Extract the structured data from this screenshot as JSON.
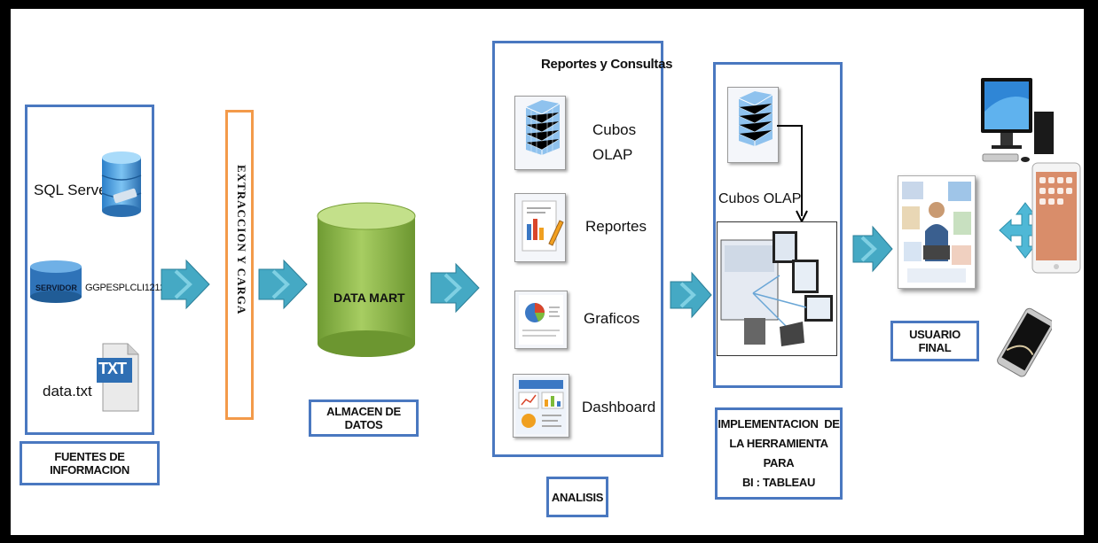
{
  "sources": {
    "sql_server": "SQL Server",
    "servidor_label": "SERVIDOR",
    "server_name": "GGPESPLCLI1212",
    "txt_badge": "TXT",
    "data_file": "data.txt",
    "caption": "FUENTES DE INFORMACION"
  },
  "etl": {
    "label": "EXTRACCION Y CARGA"
  },
  "datamart": {
    "label": "DATA MART",
    "caption": "ALMACEN DE DATOS"
  },
  "analysis": {
    "title": "Reportes y Consultas",
    "items": [
      "Cubos\nOLAP",
      "Reportes",
      "Graficos",
      "Dashboard"
    ],
    "caption": "ANALISIS"
  },
  "tableau": {
    "cubes_label": "Cubos OLAP",
    "caption_lines": [
      "IMPLEMENTACION  DE",
      "LA HERRAMIENTA PARA",
      "BI : TABLEAU"
    ]
  },
  "end_user": {
    "caption": "USUARIO FINAL"
  },
  "colors": {
    "box_border": "#4a78c0",
    "arrow_fill": "#45a9c4",
    "etl_border": "#f39a4a",
    "cylinder_green": "#8dbb4a"
  }
}
